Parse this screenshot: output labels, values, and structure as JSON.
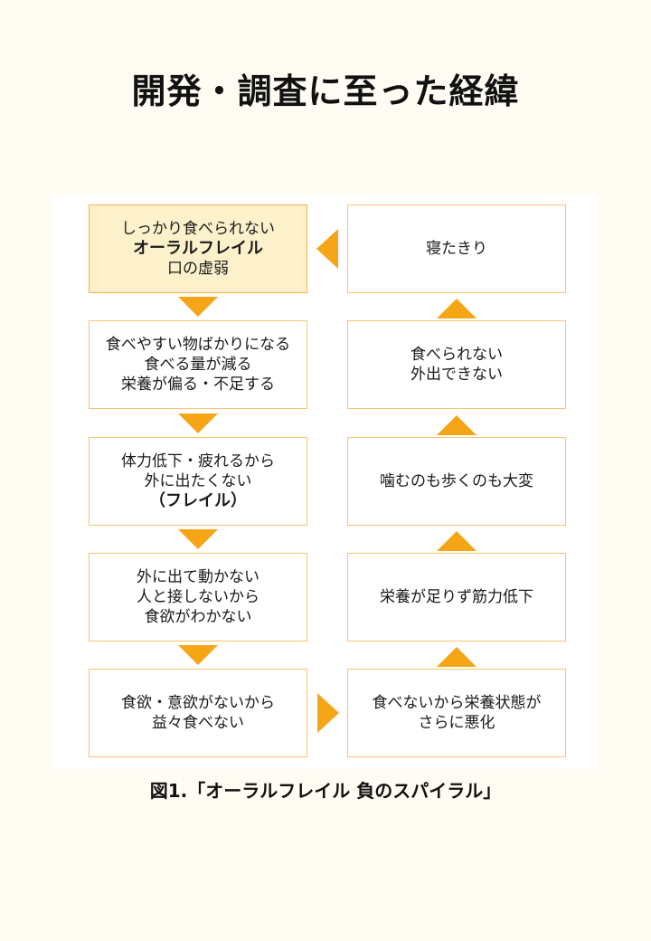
{
  "title": "開発・調査に至った経緯",
  "left_column": [
    {
      "lines": [
        "しっかり食べられない"
      ],
      "bold": "オーラルフレイル",
      "lines_after": [
        "口の虚弱"
      ]
    },
    {
      "lines": [
        "食べやすい物ばかりになる",
        "食べる量が減る",
        "栄養が偏る・不足する"
      ]
    },
    {
      "lines": [
        "体力低下・疲れるから",
        "外に出たくない"
      ],
      "bold_after": "（フレイル）"
    },
    {
      "lines": [
        "外に出て動かない",
        "人と接しないから",
        "食欲がわかない"
      ]
    },
    {
      "lines": [
        "食欲・意欲がないから",
        "益々食べない"
      ]
    }
  ],
  "right_column": [
    {
      "lines": [
        "寝たきり"
      ]
    },
    {
      "lines": [
        "食べられない",
        "外出できない"
      ]
    },
    {
      "lines": [
        "噛むのも歩くのも大変"
      ]
    },
    {
      "lines": [
        "栄養が足りず筋力低下"
      ]
    },
    {
      "lines": [
        "食べないから栄養状態が",
        "さらに悪化"
      ]
    }
  ],
  "caption": "図1.「オーラルフレイル 負のスパイラル」",
  "colors": {
    "arrow": "#f5a516",
    "box_border": "#f5c66c",
    "highlight_bg": "#fdf1cc",
    "page_bg": "#fffcf3"
  }
}
